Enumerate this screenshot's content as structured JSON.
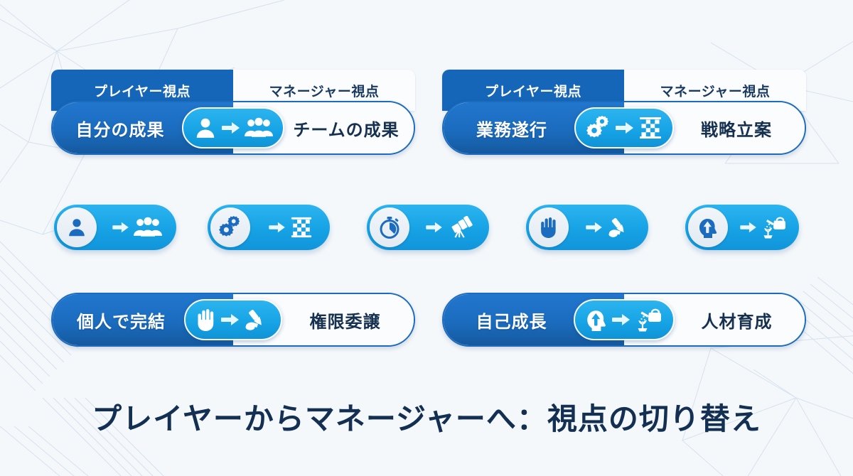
{
  "background": {
    "color": "#f5f8fb",
    "pattern": "network-lines",
    "pattern_color": "#d6e3ee"
  },
  "theme": {
    "primary_blue": "#1b6cbf",
    "tab_blue": "#1565b8",
    "accent_cyan": "#16a2e5",
    "text_navy": "#16304f",
    "panel_white": "#fbfcfe"
  },
  "tabs": {
    "player_label": "プレイヤー視点",
    "manager_label": "マネージャー視点"
  },
  "top_cards": [
    {
      "tab_left": "プレイヤー視点",
      "tab_right": "マネージャー視点",
      "left_label": "自分の成果",
      "right_label": "チームの成果",
      "from_icon": "person-icon",
      "to_icon": "people-group-icon"
    },
    {
      "tab_left": "プレイヤー視点",
      "tab_right": "マネージャー視点",
      "left_label": "業務遂行",
      "right_label": "戦略立案",
      "from_icon": "gears-icon",
      "to_icon": "chessboard-icon"
    }
  ],
  "middle_pills": [
    {
      "from_icon": "person-icon",
      "to_icon": "people-group-icon"
    },
    {
      "from_icon": "gears-icon",
      "to_icon": "chessboard-icon"
    },
    {
      "from_icon": "stopwatch-icon",
      "to_icon": "telescope-icon"
    },
    {
      "from_icon": "hand-icon",
      "to_icon": "brush-handoff-icon"
    },
    {
      "from_icon": "head-growth-icon",
      "to_icon": "watering-can-plant-icon"
    }
  ],
  "bottom_cards": [
    {
      "left_label": "個人で完結",
      "right_label": "権限委譲",
      "from_icon": "hand-icon",
      "to_icon": "brush-handoff-icon"
    },
    {
      "left_label": "自己成長",
      "right_label": "人材育成",
      "from_icon": "head-growth-icon",
      "to_icon": "watering-can-plant-icon"
    }
  ],
  "title": "プレイヤーからマネージャーへ：視点の切り替え"
}
